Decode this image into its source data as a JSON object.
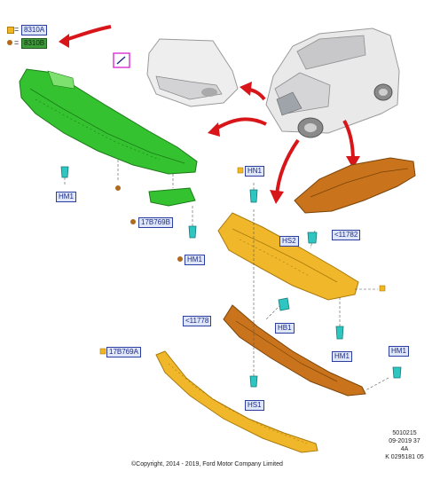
{
  "legend": {
    "item1_code": "8310A",
    "item2_code": "8310B",
    "equals": "="
  },
  "callouts": {
    "hm1_left": "HM1",
    "b769_upper": "17B769B",
    "hm1_mid": "HM1",
    "hn1": "HN1",
    "hs2": "HS2",
    "c11782": "<11782",
    "c11778": "<11778",
    "hb1": "HB1",
    "hm1_right": "HM1",
    "a769": "17B769A",
    "hs1": "HS1",
    "hm1_far_right": "HM1"
  },
  "reference": {
    "line1": "5010215",
    "line2": "09-2019 37",
    "line3": "4A",
    "line4": "K 0295181 05"
  },
  "copyright": "©Copyright, 2014 - 2019, Ford Motor Company Limited",
  "colors": {
    "green_part": "#35c230",
    "yellow_part": "#f0b72a",
    "orange_part": "#c9741c",
    "red_arrow": "#d8161a",
    "clip": "#2fc6c2"
  }
}
